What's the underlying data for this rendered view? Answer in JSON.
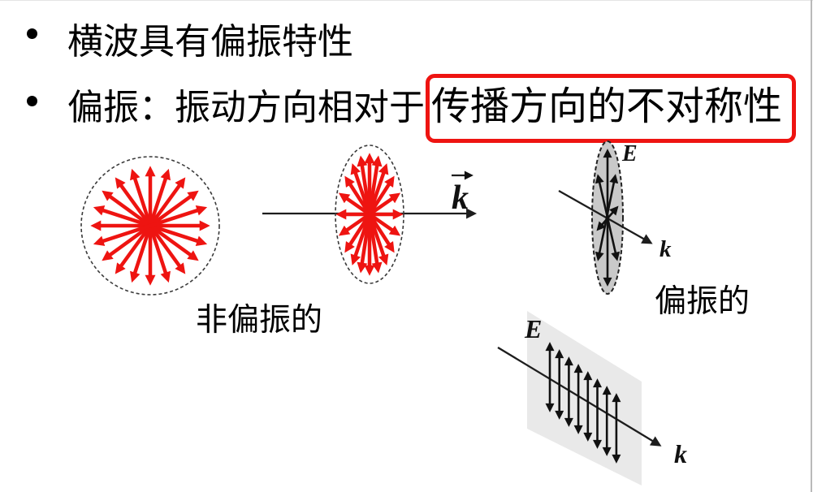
{
  "slide": {
    "bullet1": {
      "text": "横波具有偏振特性"
    },
    "bullet2": {
      "prefix": "偏振：振动方向相对于",
      "boxed": "传播方向的不对称性"
    },
    "figure": {
      "unpolarized_caption": "非偏振的",
      "polarized_caption": "偏振的",
      "wave_vector_label": "k",
      "right_e_label": "E",
      "right_k_label": "k",
      "bottom_e_label": "E",
      "bottom_k_label": "k"
    },
    "colors": {
      "arrow_red": "#ee1411",
      "highlight_box_red": "#ee1411",
      "polarized_ellipse_fill": "#c9c9c9",
      "plane_fill": "#e9e9e9",
      "line_black": "#1d1d1d"
    }
  }
}
